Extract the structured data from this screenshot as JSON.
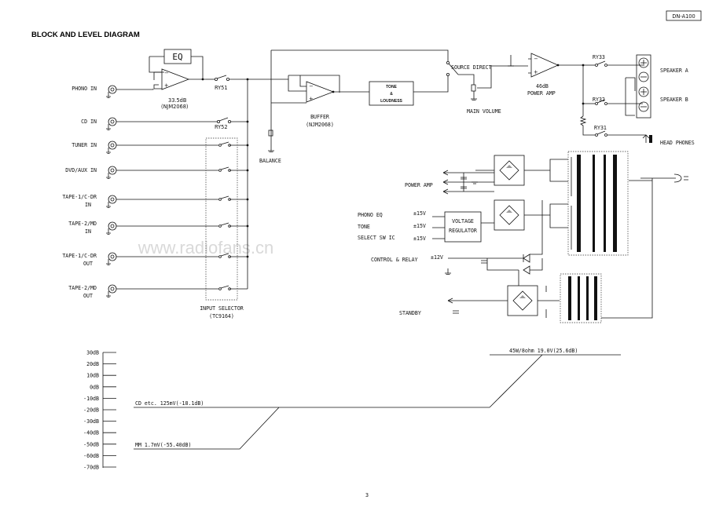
{
  "header": {
    "title": "BLOCK AND LEVEL DIAGRAM",
    "model_badge": "DN-A100"
  },
  "inputs": [
    {
      "label": "PHONO IN"
    },
    {
      "label": "CD IN"
    },
    {
      "label": "TUNER IN"
    },
    {
      "label": "DVD/AUX IN"
    },
    {
      "label": "TAPE-1/C-DR",
      "label2": "IN"
    },
    {
      "label": "TAPE-2/MD",
      "label2": "IN"
    },
    {
      "label": "TAPE-1/C-DR",
      "label2": "OUT"
    },
    {
      "label": "TAPE-2/MD",
      "label2": "OUT"
    }
  ],
  "phono_eq": {
    "box": "EQ",
    "gain": "33.5dB",
    "ic": "(NJM2068)",
    "relay": "RY51"
  },
  "relay_cd": "RY52",
  "input_selector": {
    "line1": "INPUT SELECTOR",
    "line2": "(TC9164)"
  },
  "balance": "BALANCE",
  "buffer": {
    "line1": "BUFFER",
    "line2": "(NJM2068)"
  },
  "tone_block": {
    "line1": "TONE",
    "line2": "&",
    "line3": "LOUDNESS"
  },
  "source_direct": "SOURCE DIRECT",
  "main_volume": "MAIN VOLUME",
  "power_amp_stage": {
    "gain": "46dB",
    "label": "POWER AMP"
  },
  "relays_out": [
    "RY33",
    "RY32",
    "RY31"
  ],
  "outputs": [
    "SPEAKER A",
    "SPEAKER B",
    "HEAD PHONES"
  ],
  "power_supply": {
    "power_amp": "POWER AMP",
    "phono_eq": "PHONO EQ",
    "tone": "TONE",
    "select_sw": "SELECT SW IC",
    "v15a": "±15V",
    "v15b": "±15V",
    "v15c": "±15V",
    "regulator1": "VOLTAGE",
    "regulator2": "REGULATOR",
    "control_relay": "CONTROL & RELAY",
    "v12": "±12V",
    "standby": "STANDBY"
  },
  "level_scale": [
    "30dB",
    "20dB",
    "10dB",
    "0dB",
    "-10dB",
    "-20dB",
    "-30dB",
    "-40dB",
    "-50dB",
    "-60dB",
    "-70dB"
  ],
  "level_traces": {
    "output": "45W/8ohm  19.0V(25.6dB)",
    "cd": "CD etc. 125mV(-18.1dB)",
    "mm": "MM  1.7mV(-55.40dB)"
  },
  "watermark": "www.radiofans.cn",
  "page_number": "3"
}
